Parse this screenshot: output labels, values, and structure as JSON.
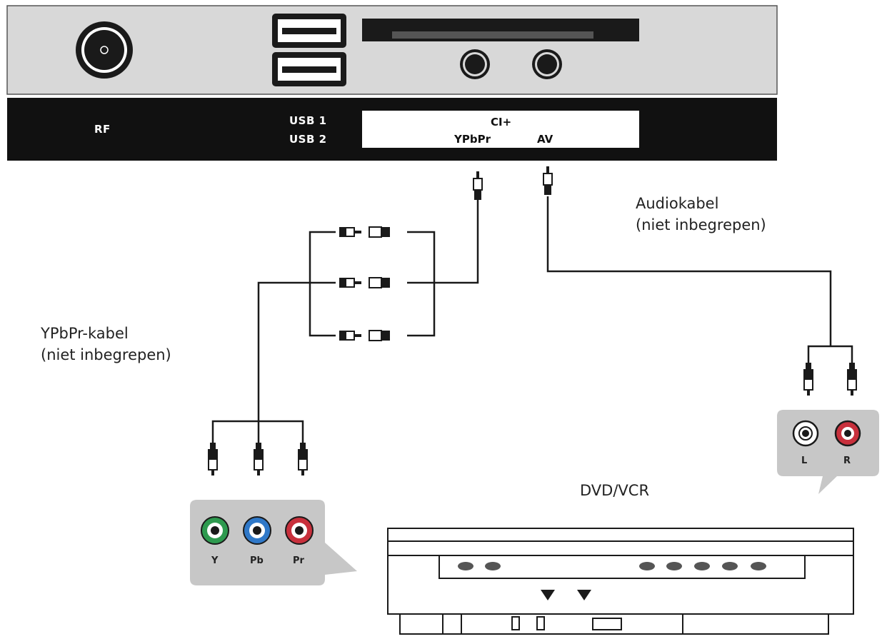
{
  "tv_panel": {
    "rf_label": "RF",
    "usb1_label": "USB 1",
    "usb2_label": "USB 2",
    "ci_label": "CI+",
    "ypbpr_label": "YPbPr",
    "av_label": "AV"
  },
  "cables": {
    "audio_line1": "Audiokabel",
    "audio_line2": "(niet inbegrepen)",
    "ypbpr_line1": "YPbPr-kabel",
    "ypbpr_line2": "(niet inbegrepen)"
  },
  "component_jacks": {
    "y": "Y",
    "pb": "Pb",
    "pr": "Pr"
  },
  "audio_jacks": {
    "l": "L",
    "r": "R"
  },
  "device": {
    "title": "DVD/VCR"
  },
  "colors": {
    "panel_gray": "#d8d8d8",
    "label_bar": "#111111",
    "cable": "#1a1a1a",
    "jack_green": "#2e9a4f",
    "jack_blue": "#2f78c8",
    "jack_red": "#c8303c",
    "callout_gray": "#c7c7c7"
  }
}
